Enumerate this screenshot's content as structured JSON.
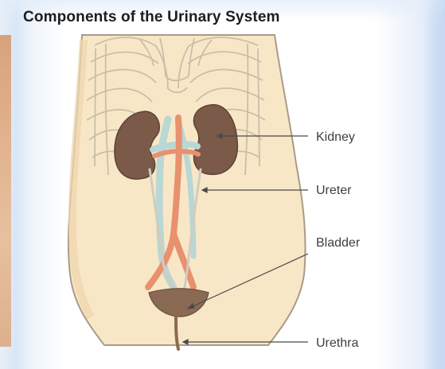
{
  "title": "Components of the Urinary System",
  "labels": {
    "kidney": "Kidney",
    "ureter": "Ureter",
    "bladder": "Bladder",
    "urethra": "Urethra"
  },
  "colors": {
    "body_fill": "#f8e7c7",
    "body_outline": "#a99b86",
    "kidney": "#7b5a49",
    "artery": "#e8916f",
    "vein": "#b9d7d4",
    "bladder": "#8b6a53",
    "leader_line": "#4a4a4a",
    "title": "#1d1d1d"
  }
}
